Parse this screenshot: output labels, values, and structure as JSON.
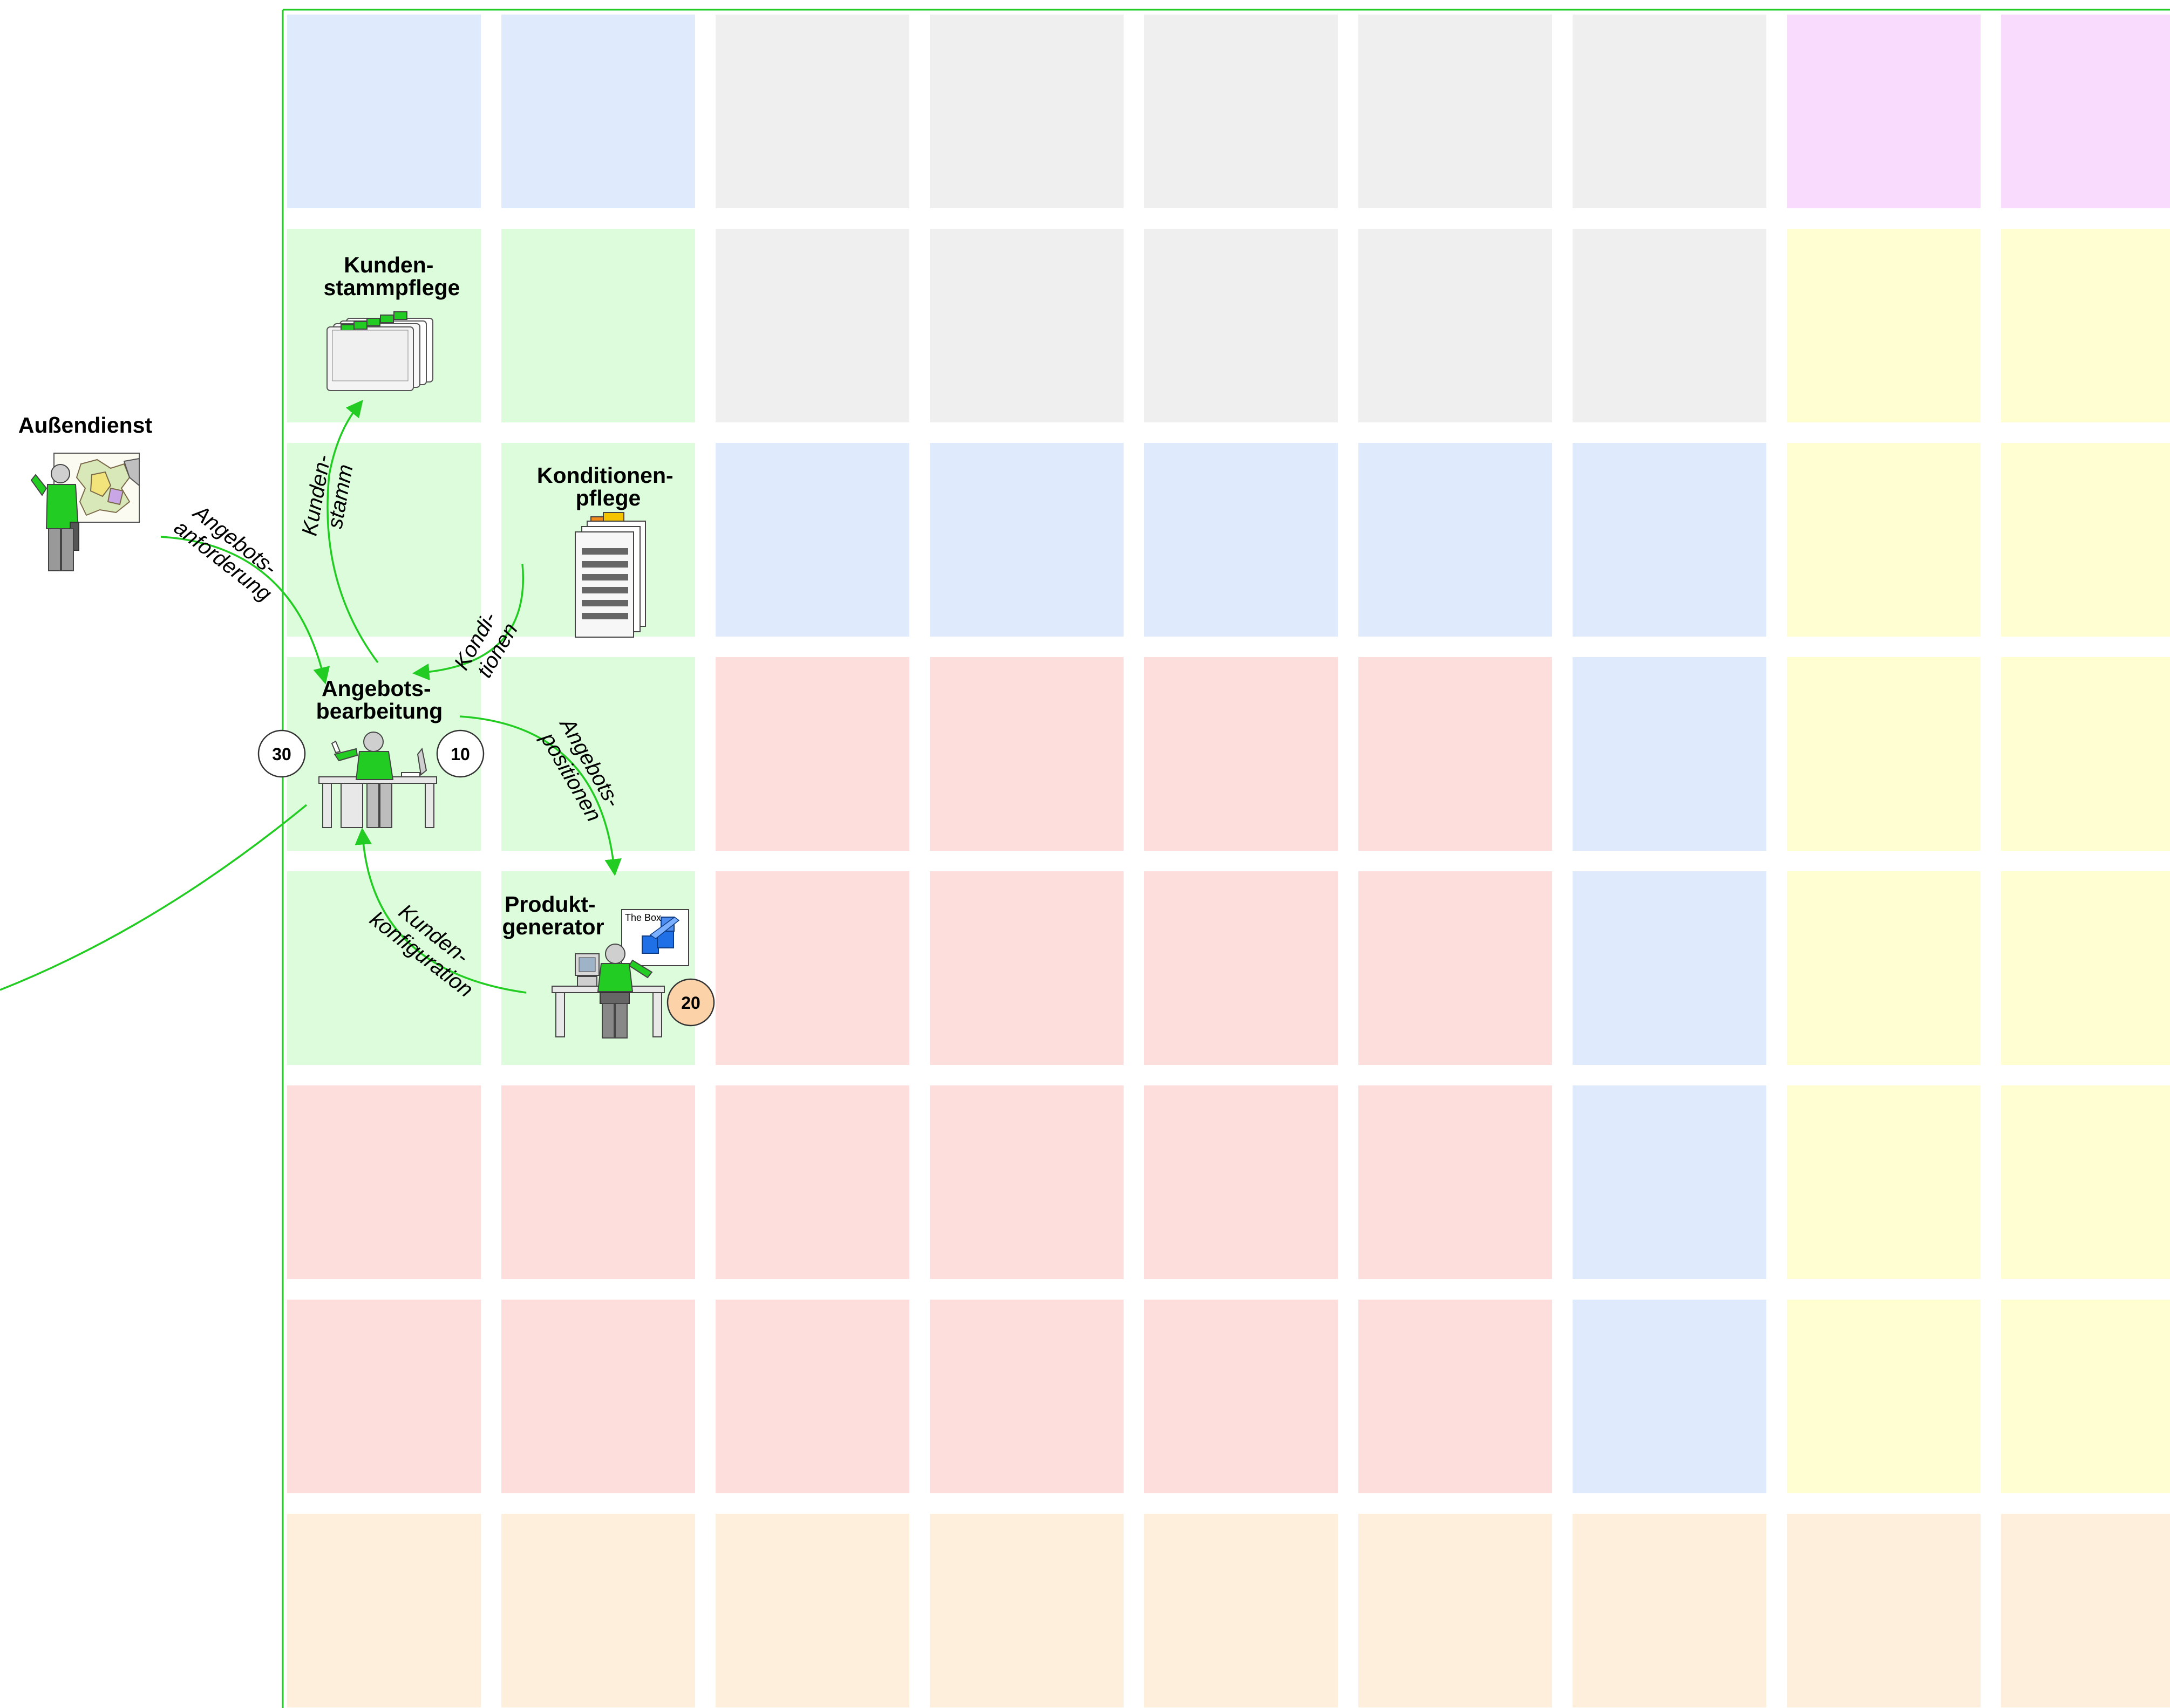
{
  "colors": {
    "frame": "#22cc22",
    "arrow": "#22cc22",
    "cell_blue": "#dfeafd",
    "cell_grey": "#efefef",
    "cell_green": "#dcfcdc",
    "cell_red": "#fedddd",
    "cell_yellow": "#fefed2",
    "cell_pink": "#f8dbfd",
    "cell_peach": "#feeedc",
    "person_shirt": "#22cc22",
    "badge_default": "#ffffff",
    "badge_orange": "#fcd3a8"
  },
  "grid": {
    "rows": [
      [
        "blue",
        "blue",
        "grey",
        "grey",
        "grey",
        "grey",
        "grey",
        "pink",
        "pink"
      ],
      [
        "green",
        "green",
        "grey",
        "grey",
        "grey",
        "grey",
        "grey",
        "yellow",
        "yellow"
      ],
      [
        "green",
        "green",
        "blue",
        "blue",
        "blue",
        "blue",
        "blue",
        "yellow",
        "yellow"
      ],
      [
        "green",
        "green",
        "red",
        "red",
        "red",
        "red",
        "blue",
        "yellow",
        "yellow"
      ],
      [
        "green",
        "green",
        "red",
        "red",
        "red",
        "red",
        "blue",
        "yellow",
        "yellow"
      ],
      [
        "red",
        "red",
        "red",
        "red",
        "red",
        "red",
        "blue",
        "yellow",
        "yellow"
      ],
      [
        "red",
        "red",
        "red",
        "red",
        "red",
        "red",
        "blue",
        "yellow",
        "yellow"
      ],
      [
        "peach",
        "peach",
        "peach",
        "peach",
        "peach",
        "peach",
        "peach",
        "peach",
        "peach"
      ]
    ]
  },
  "nodes": {
    "aussendienst": {
      "lines": [
        "Außendienst"
      ],
      "icon": "field-sales-person-with-map-icon"
    },
    "kundenstammpflege": {
      "lines": [
        "Kunden-",
        "stammpflege"
      ],
      "icon": "record-cards-icon"
    },
    "konditionenpflege": {
      "lines": [
        "Konditionen-",
        "pflege"
      ],
      "icon": "document-stack-icon"
    },
    "angebotsbearbeitung": {
      "lines": [
        "Angebots-",
        "bearbeitung"
      ],
      "icon": "clerk-at-desk-icon"
    },
    "produktgenerator": {
      "lines": [
        "Produkt-",
        "generator"
      ],
      "icon": "configurator-workstation-icon",
      "box_label": "The Box"
    }
  },
  "badges": [
    {
      "id": "badge-30",
      "text": "30",
      "style": "default"
    },
    {
      "id": "badge-10",
      "text": "10",
      "style": "default"
    },
    {
      "id": "badge-20",
      "text": "20",
      "style": "orange"
    }
  ],
  "flows": {
    "angebotsanforderung": [
      "Angebots-",
      "anforderung"
    ],
    "kundenstamm": [
      "Kunden-",
      "stamm"
    ],
    "konditionen": [
      "Kondi-",
      "tionen"
    ],
    "angebotspositionen": [
      "Angebots-",
      "positionen"
    ],
    "kundenkonfiguration": [
      "Kunden-",
      "konfiguration"
    ]
  }
}
